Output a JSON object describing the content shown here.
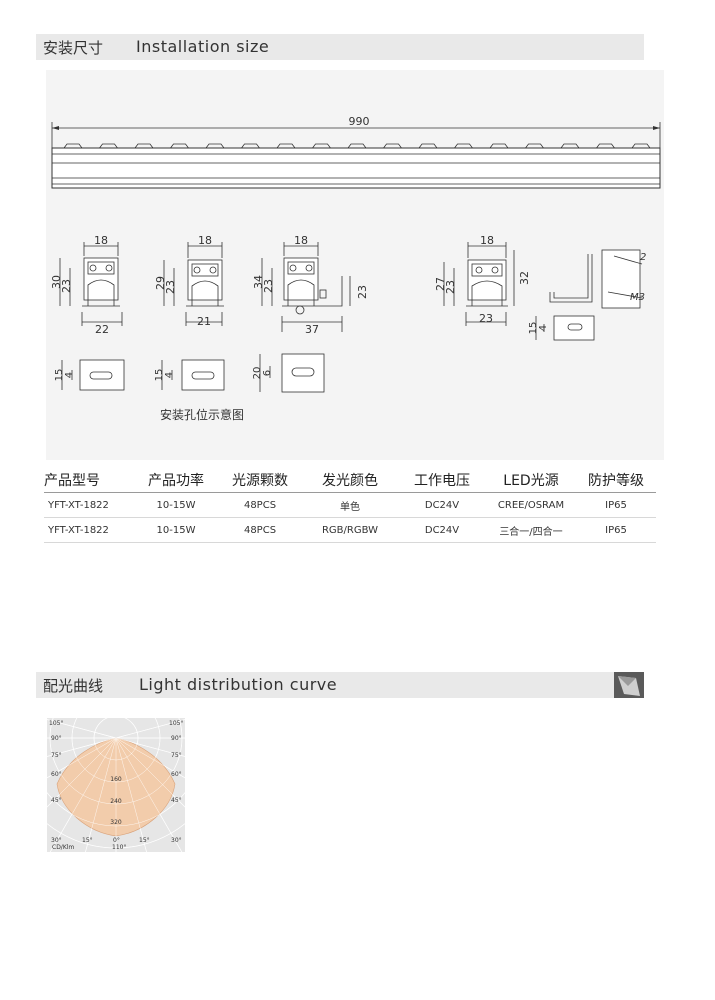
{
  "section1": {
    "title_zh": "安装尺寸",
    "title_en": "Installation size"
  },
  "drawing": {
    "overall_length": "990",
    "bracket1": {
      "width_top": "18",
      "height_total": "30",
      "height_inner": "23",
      "width_bottom": "22"
    },
    "bracket2": {
      "width_top": "18",
      "height_total": "29",
      "height_inner": "23",
      "width_bottom": "21"
    },
    "bracket3": {
      "width_top": "18",
      "height_total": "34",
      "height_inner": "23",
      "width_bottom": "37",
      "side_height": "23"
    },
    "bracket4": {
      "width_top": "18",
      "height_total": "27",
      "height_inner": "23",
      "width_bottom": "23",
      "side_height": "32"
    },
    "side_view": {
      "thickness": "2",
      "screw": "M3"
    },
    "hole1": {
      "height": "15",
      "slot": "4"
    },
    "hole2": {
      "height": "15",
      "slot": "4"
    },
    "hole3": {
      "height": "20",
      "slot": "6"
    },
    "hole4": {
      "height": "15",
      "slot": "4"
    },
    "caption": "安装孔位示意图"
  },
  "table": {
    "headers": [
      "产品型号",
      "产品功率",
      "光源颗数",
      "发光颜色",
      "工作电压",
      "LED光源",
      "防护等级"
    ],
    "rows": [
      [
        "YFT-XT-1822",
        "10-15W",
        "48PCS",
        "单色",
        "DC24V",
        "CREE/OSRAM",
        "IP65"
      ],
      [
        "YFT-XT-1822",
        "10-15W",
        "48PCS",
        "RGB/RGBW",
        "DC24V",
        "三合一/四合一",
        "IP65"
      ]
    ]
  },
  "section2": {
    "title_zh": "配光曲线",
    "title_en": "Light distribution curve"
  },
  "polar": {
    "angles_left": [
      "105°",
      "90°",
      "75°",
      "60°",
      "45°",
      "30°"
    ],
    "angles_right": [
      "105°",
      "90°",
      "75°",
      "60°",
      "45°",
      "30°"
    ],
    "bottom_angles": [
      "15°",
      "0°",
      "15°"
    ],
    "radial_values": [
      "160",
      "240",
      "320"
    ],
    "unit": "CD/Klm",
    "beam_angle": "110°"
  }
}
